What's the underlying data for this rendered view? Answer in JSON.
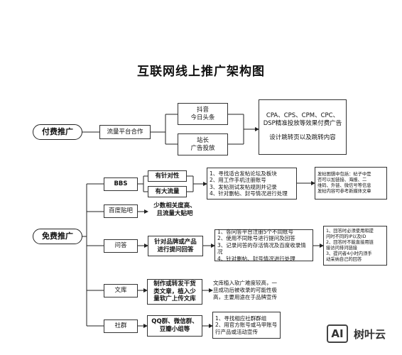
{
  "title": "互联网线上推广架构图",
  "paid": {
    "label": "付费推广",
    "channel": "流量平台合作",
    "platform1": "抖音\n今日头条",
    "platform2": "站长\n广告投放",
    "result_line1": "CPA、CPS、CPM、CPC、\nDSP精准投放等效果付费广告",
    "result_line2": "设计跳转页以及跳转内容"
  },
  "free": {
    "label": "免费推广",
    "bbs": {
      "label": "BBS",
      "sub1": "有针对性",
      "sub2": "有大流量",
      "steps": "1、寻找适合发帖论坛及板块\n2、用工作手机注册账号\n3、发帖测试发帖规则并记录\n4、针对删帖、封号情况进行处理",
      "note": "发帖图辑中包括：帖子中是\n否可以加链接、海报、二\n维码、外链、微信号等信息\n发帖内容可参考新媒体文章"
    },
    "tieba": {
      "label": "百度贴吧",
      "desc": "少数相关度高、\n且流量大贴吧"
    },
    "wenda": {
      "label": "问答",
      "desc": "针对品牌或产品\n进行提问回答",
      "steps": "1、各问答平台注册5个不同账号\n2、使用不同账号进行提问及回答\n3、记录问答的存活情况及百度收录情况\n4、针对删帖、封号情况进行处理",
      "note": "1、回答时必须使用和提\n问时不同的IP以及ID\n2、回答时不能直接用链\n接访问排问链接\n3、提问者4小时内须手\n动采纳自己的回答"
    },
    "wenku": {
      "label": "文库",
      "desc": "制作或转发干货\n类文章，植入少\n量软广上传文库",
      "steps": "文库植入软广难度较高，一\n旦成功后被收录的可能性极\n高，主要用途在于品牌宣传"
    },
    "shequn": {
      "label": "社群",
      "desc": "QQ群、微信群、\n豆瓣小组等",
      "steps": "1、寻找相应社群群组\n2、用官方账号或马甲账号\n行产品或活动宣传"
    }
  },
  "watermark": {
    "logo": "AI",
    "text": "树叶云"
  }
}
